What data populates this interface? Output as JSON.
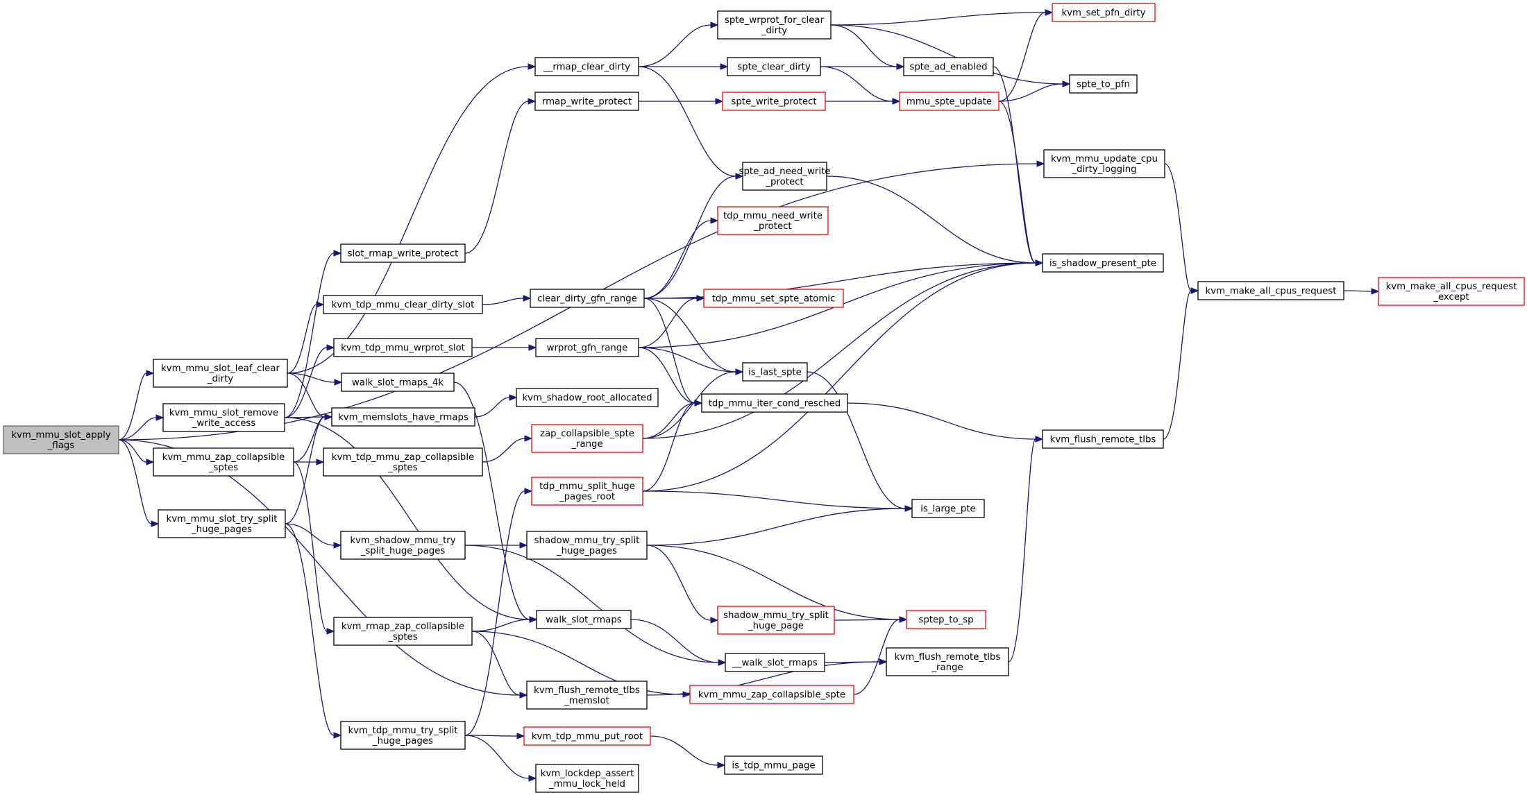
{
  "diagram": {
    "type": "call-graph",
    "colors": {
      "edge": "#191970",
      "focus_fill": "#bfbfbf",
      "focus_border": "#666666",
      "truncated_border": "#ff0000",
      "node_border": "#000000"
    },
    "nodes": [
      {
        "id": "apply_flags",
        "lines": [
          "kvm_mmu_slot_apply",
          "_flags"
        ],
        "style": "focus"
      },
      {
        "id": "leaf_clear",
        "lines": [
          "kvm_mmu_slot_leaf_clear",
          "_dirty"
        ],
        "style": "normal"
      },
      {
        "id": "remove_write",
        "lines": [
          "kvm_mmu_slot_remove",
          "_write_access"
        ],
        "style": "normal"
      },
      {
        "id": "zap_collapsible",
        "lines": [
          "kvm_mmu_zap_collapsible",
          "_sptes"
        ],
        "style": "normal"
      },
      {
        "id": "slot_try_split",
        "lines": [
          "kvm_mmu_slot_try_split",
          "_huge_pages"
        ],
        "style": "normal"
      },
      {
        "id": "slot_rmap_wp",
        "lines": [
          "slot_rmap_write_protect"
        ],
        "style": "normal"
      },
      {
        "id": "tdp_clear_dirty_slot",
        "lines": [
          "kvm_tdp_mmu_clear_dirty_slot"
        ],
        "style": "normal"
      },
      {
        "id": "tdp_wrprot_slot",
        "lines": [
          "kvm_tdp_mmu_wrprot_slot"
        ],
        "style": "normal"
      },
      {
        "id": "walk_4k",
        "lines": [
          "walk_slot_rmaps_4k"
        ],
        "style": "normal"
      },
      {
        "id": "memslots_have",
        "lines": [
          "kvm_memslots_have_rmaps"
        ],
        "style": "normal"
      },
      {
        "id": "tdp_zap_collapsible",
        "lines": [
          "kvm_tdp_mmu_zap_collapsible",
          "_sptes"
        ],
        "style": "normal"
      },
      {
        "id": "shadow_try_split",
        "lines": [
          "kvm_shadow_mmu_try",
          "_split_huge_pages"
        ],
        "style": "normal"
      },
      {
        "id": "rmap_zap",
        "lines": [
          "kvm_rmap_zap_collapsible",
          "_sptes"
        ],
        "style": "normal"
      },
      {
        "id": "tdp_try_split",
        "lines": [
          "kvm_tdp_mmu_try_split",
          "_huge_pages"
        ],
        "style": "normal"
      },
      {
        "id": "rmap_clear_dirty",
        "lines": [
          "__rmap_clear_dirty"
        ],
        "style": "normal"
      },
      {
        "id": "rmap_wp",
        "lines": [
          "rmap_write_protect"
        ],
        "style": "normal"
      },
      {
        "id": "clear_dirty_gfn",
        "lines": [
          "clear_dirty_gfn_range"
        ],
        "style": "normal"
      },
      {
        "id": "wrprot_gfn",
        "lines": [
          "wrprot_gfn_range"
        ],
        "style": "normal"
      },
      {
        "id": "shadow_root_alloc",
        "lines": [
          "kvm_shadow_root_allocated"
        ],
        "style": "normal"
      },
      {
        "id": "zap_coll_range",
        "lines": [
          "zap_collapsible_spte",
          "_range"
        ],
        "style": "truncated"
      },
      {
        "id": "tdp_split_root",
        "lines": [
          "tdp_mmu_split_huge",
          "_pages_root"
        ],
        "style": "truncated"
      },
      {
        "id": "shadow_mmu_try_split",
        "lines": [
          "shadow_mmu_try_split",
          "_huge_pages"
        ],
        "style": "normal"
      },
      {
        "id": "walk_slot_rmaps",
        "lines": [
          "walk_slot_rmaps"
        ],
        "style": "normal"
      },
      {
        "id": "flush_memslot",
        "lines": [
          "kvm_flush_remote_tlbs",
          "_memslot"
        ],
        "style": "normal"
      },
      {
        "id": "tdp_put_root",
        "lines": [
          "kvm_tdp_mmu_put_root"
        ],
        "style": "truncated"
      },
      {
        "id": "lockdep",
        "lines": [
          "kvm_lockdep_assert",
          "_mmu_lock_held"
        ],
        "style": "normal"
      },
      {
        "id": "wrprot_for_clear",
        "lines": [
          "spte_wrprot_for_clear",
          "_dirty"
        ],
        "style": "normal"
      },
      {
        "id": "spte_clear_dirty",
        "lines": [
          "spte_clear_dirty"
        ],
        "style": "normal"
      },
      {
        "id": "spte_write_protect",
        "lines": [
          "spte_write_protect"
        ],
        "style": "truncated"
      },
      {
        "id": "ad_need_wp",
        "lines": [
          "spte_ad_need_write",
          "_protect"
        ],
        "style": "normal"
      },
      {
        "id": "tdp_need_wp",
        "lines": [
          "tdp_mmu_need_write",
          "_protect"
        ],
        "style": "truncated"
      },
      {
        "id": "tdp_set_atomic",
        "lines": [
          "tdp_mmu_set_spte_atomic"
        ],
        "style": "truncated"
      },
      {
        "id": "is_last_spte",
        "lines": [
          "is_last_spte"
        ],
        "style": "normal"
      },
      {
        "id": "iter_resched",
        "lines": [
          "tdp_mmu_iter_cond_resched"
        ],
        "style": "normal"
      },
      {
        "id": "shadow_try_split_page",
        "lines": [
          "shadow_mmu_try_split",
          "_huge_page"
        ],
        "style": "truncated"
      },
      {
        "id": "__walk",
        "lines": [
          "__walk_slot_rmaps"
        ],
        "style": "normal"
      },
      {
        "id": "zap_coll_spte",
        "lines": [
          "kvm_mmu_zap_collapsible_spte"
        ],
        "style": "truncated"
      },
      {
        "id": "is_tdp_page",
        "lines": [
          "is_tdp_mmu_page"
        ],
        "style": "normal"
      },
      {
        "id": "ad_enabled",
        "lines": [
          "spte_ad_enabled"
        ],
        "style": "normal"
      },
      {
        "id": "mmu_spte_update",
        "lines": [
          "mmu_spte_update"
        ],
        "style": "truncated"
      },
      {
        "id": "is_large_pte",
        "lines": [
          "is_large_pte"
        ],
        "style": "normal"
      },
      {
        "id": "sptep_to_sp",
        "lines": [
          "sptep_to_sp"
        ],
        "style": "truncated"
      },
      {
        "id": "flush_range",
        "lines": [
          "kvm_flush_remote_tlbs",
          "_range"
        ],
        "style": "normal"
      },
      {
        "id": "set_pfn_dirty",
        "lines": [
          "kvm_set_pfn_dirty"
        ],
        "style": "truncated"
      },
      {
        "id": "spte_to_pfn",
        "lines": [
          "spte_to_pfn"
        ],
        "style": "normal"
      },
      {
        "id": "update_cpu_dirty",
        "lines": [
          "kvm_mmu_update_cpu",
          "_dirty_logging"
        ],
        "style": "normal"
      },
      {
        "id": "is_shadow_present",
        "lines": [
          "is_shadow_present_pte"
        ],
        "style": "normal"
      },
      {
        "id": "flush_remote",
        "lines": [
          "kvm_flush_remote_tlbs"
        ],
        "style": "normal"
      },
      {
        "id": "make_all_cpus",
        "lines": [
          "kvm_make_all_cpus_request"
        ],
        "style": "normal"
      },
      {
        "id": "make_all_except",
        "lines": [
          "kvm_make_all_cpus_request",
          "_except"
        ],
        "style": "truncated"
      }
    ],
    "edges": [
      [
        "apply_flags",
        "leaf_clear"
      ],
      [
        "apply_flags",
        "remove_write"
      ],
      [
        "apply_flags",
        "zap_collapsible"
      ],
      [
        "apply_flags",
        "slot_try_split"
      ],
      [
        "apply_flags",
        "flush_memslot"
      ],
      [
        "apply_flags",
        "update_cpu_dirty"
      ],
      [
        "leaf_clear",
        "rmap_clear_dirty"
      ],
      [
        "leaf_clear",
        "tdp_clear_dirty_slot"
      ],
      [
        "leaf_clear",
        "walk_4k"
      ],
      [
        "leaf_clear",
        "memslots_have"
      ],
      [
        "remove_write",
        "slot_rmap_wp"
      ],
      [
        "remove_write",
        "tdp_wrprot_slot"
      ],
      [
        "remove_write",
        "memslots_have"
      ],
      [
        "remove_write",
        "walk_slot_rmaps"
      ],
      [
        "zap_collapsible",
        "memslots_have"
      ],
      [
        "zap_collapsible",
        "tdp_zap_collapsible"
      ],
      [
        "zap_collapsible",
        "rmap_zap"
      ],
      [
        "slot_try_split",
        "memslots_have"
      ],
      [
        "slot_try_split",
        "shadow_try_split"
      ],
      [
        "slot_try_split",
        "tdp_try_split"
      ],
      [
        "slot_rmap_wp",
        "rmap_wp"
      ],
      [
        "tdp_clear_dirty_slot",
        "clear_dirty_gfn"
      ],
      [
        "tdp_wrprot_slot",
        "wrprot_gfn"
      ],
      [
        "walk_4k",
        "walk_slot_rmaps"
      ],
      [
        "memslots_have",
        "shadow_root_alloc"
      ],
      [
        "tdp_zap_collapsible",
        "zap_coll_range"
      ],
      [
        "shadow_try_split",
        "shadow_mmu_try_split"
      ],
      [
        "shadow_try_split",
        "__walk"
      ],
      [
        "rmap_zap",
        "walk_slot_rmaps"
      ],
      [
        "rmap_zap",
        "flush_memslot"
      ],
      [
        "rmap_zap",
        "zap_coll_spte"
      ],
      [
        "tdp_try_split",
        "tdp_split_root"
      ],
      [
        "tdp_try_split",
        "tdp_put_root"
      ],
      [
        "tdp_try_split",
        "lockdep"
      ],
      [
        "rmap_clear_dirty",
        "wrprot_for_clear"
      ],
      [
        "rmap_clear_dirty",
        "spte_clear_dirty"
      ],
      [
        "rmap_clear_dirty",
        "ad_need_wp"
      ],
      [
        "rmap_wp",
        "spte_write_protect"
      ],
      [
        "clear_dirty_gfn",
        "ad_need_wp"
      ],
      [
        "clear_dirty_gfn",
        "tdp_need_wp"
      ],
      [
        "clear_dirty_gfn",
        "is_shadow_present"
      ],
      [
        "clear_dirty_gfn",
        "tdp_set_atomic"
      ],
      [
        "clear_dirty_gfn",
        "is_last_spte"
      ],
      [
        "clear_dirty_gfn",
        "iter_resched"
      ],
      [
        "wrprot_gfn",
        "tdp_set_atomic"
      ],
      [
        "wrprot_gfn",
        "is_shadow_present"
      ],
      [
        "wrprot_gfn",
        "is_last_spte"
      ],
      [
        "wrprot_gfn",
        "iter_resched"
      ],
      [
        "zap_coll_range",
        "is_last_spte"
      ],
      [
        "zap_coll_range",
        "iter_resched"
      ],
      [
        "zap_coll_range",
        "is_shadow_present"
      ],
      [
        "tdp_split_root",
        "iter_resched"
      ],
      [
        "tdp_split_root",
        "is_shadow_present"
      ],
      [
        "tdp_split_root",
        "is_large_pte"
      ],
      [
        "shadow_mmu_try_split",
        "is_large_pte"
      ],
      [
        "shadow_mmu_try_split",
        "shadow_try_split_page"
      ],
      [
        "shadow_mmu_try_split",
        "sptep_to_sp"
      ],
      [
        "walk_slot_rmaps",
        "__walk"
      ],
      [
        "flush_memslot",
        "flush_range"
      ],
      [
        "tdp_put_root",
        "is_tdp_page"
      ],
      [
        "wrprot_for_clear",
        "set_pfn_dirty"
      ],
      [
        "wrprot_for_clear",
        "ad_enabled"
      ],
      [
        "wrprot_for_clear",
        "spte_to_pfn"
      ],
      [
        "spte_clear_dirty",
        "ad_enabled"
      ],
      [
        "spte_clear_dirty",
        "mmu_spte_update"
      ],
      [
        "spte_write_protect",
        "mmu_spte_update"
      ],
      [
        "ad_need_wp",
        "is_shadow_present"
      ],
      [
        "is_last_spte",
        "is_large_pte"
      ],
      [
        "iter_resched",
        "flush_remote"
      ],
      [
        "shadow_try_split_page",
        "sptep_to_sp"
      ],
      [
        "__walk",
        "flush_range"
      ],
      [
        "zap_coll_spte",
        "sptep_to_sp"
      ],
      [
        "ad_enabled",
        "is_shadow_present"
      ],
      [
        "mmu_spte_update",
        "set_pfn_dirty"
      ],
      [
        "mmu_spte_update",
        "spte_to_pfn"
      ],
      [
        "mmu_spte_update",
        "is_shadow_present"
      ],
      [
        "flush_range",
        "flush_remote"
      ],
      [
        "update_cpu_dirty",
        "make_all_cpus"
      ],
      [
        "flush_remote",
        "make_all_cpus"
      ],
      [
        "make_all_cpus",
        "make_all_except"
      ]
    ]
  }
}
